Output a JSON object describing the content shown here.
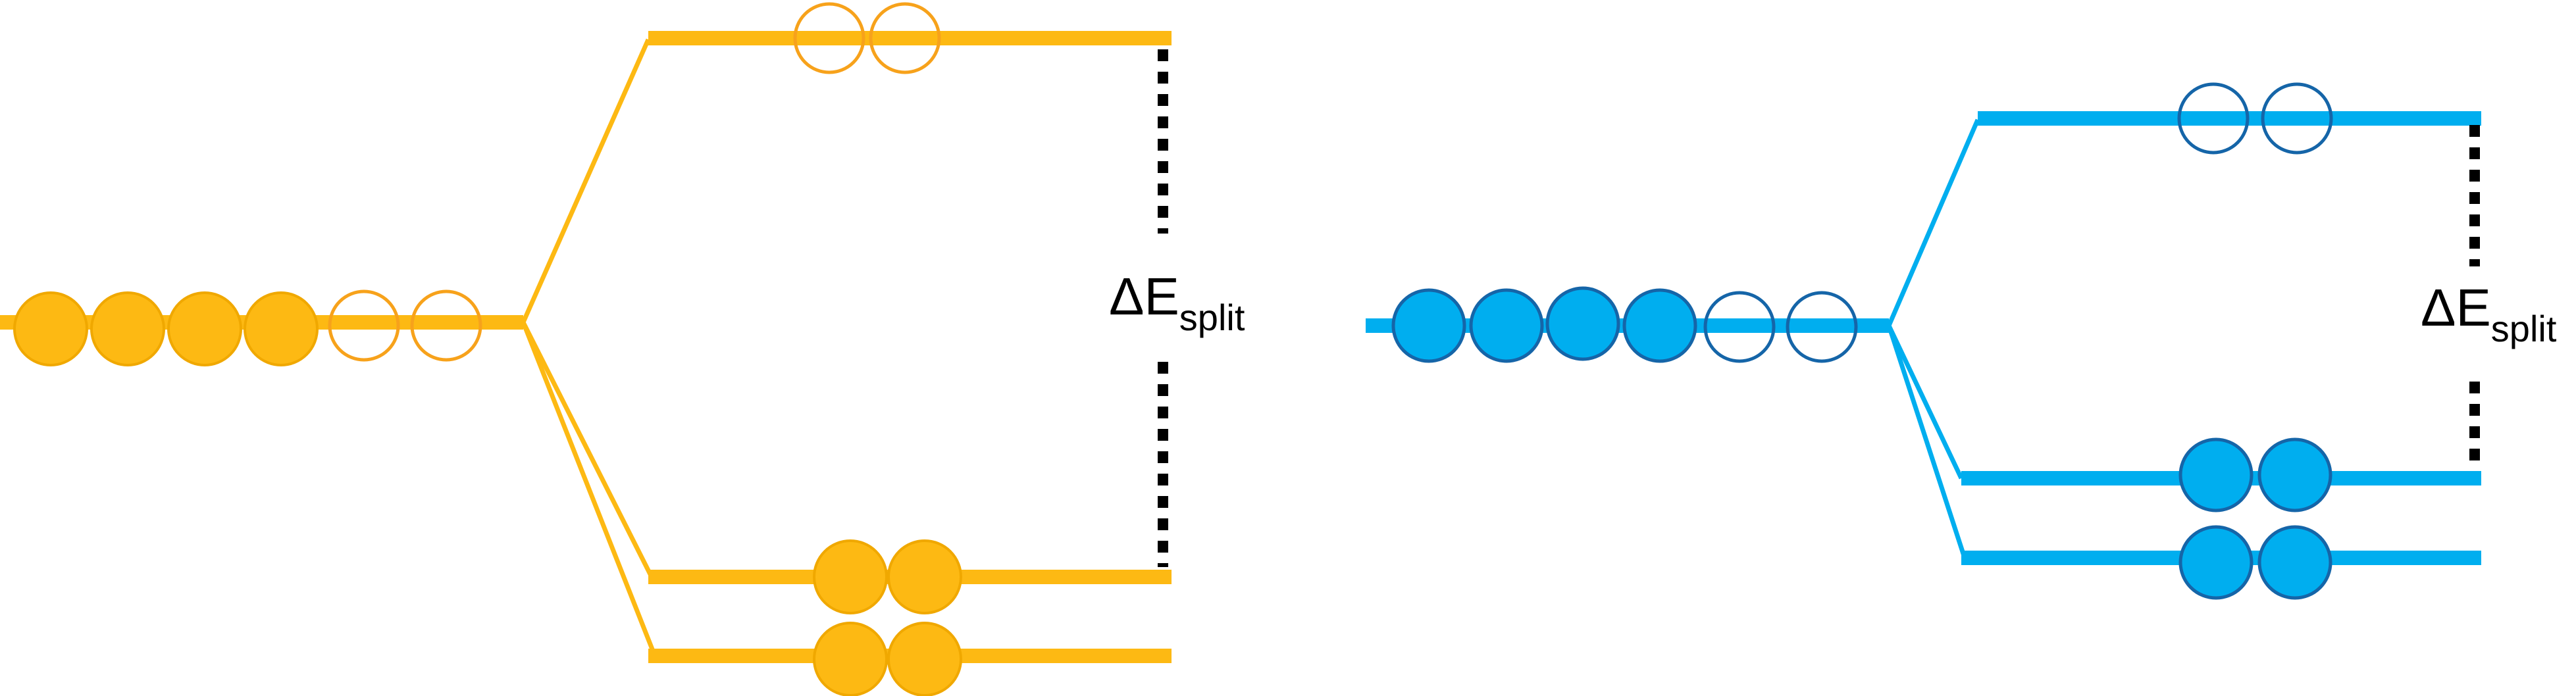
{
  "diagrams": [
    {
      "color": "#FDB913",
      "label_main": "ΔE",
      "label_sub": "split",
      "degenerate_level": {
        "filled": 4,
        "empty": 2
      },
      "split_levels": [
        {
          "name": "upper",
          "filled": 0,
          "empty": 2
        },
        {
          "name": "middle",
          "filled": 2,
          "empty": 0
        },
        {
          "name": "lower",
          "filled": 2,
          "empty": 0
        }
      ]
    },
    {
      "color": "#00AEEF",
      "outline_color": "#1565A8",
      "label_main": "ΔE",
      "label_sub": "split",
      "degenerate_level": {
        "filled": 4,
        "empty": 2
      },
      "split_levels": [
        {
          "name": "upper",
          "filled": 0,
          "empty": 2
        },
        {
          "name": "middle",
          "filled": 2,
          "empty": 0
        },
        {
          "name": "lower",
          "filled": 2,
          "empty": 0
        }
      ]
    }
  ]
}
